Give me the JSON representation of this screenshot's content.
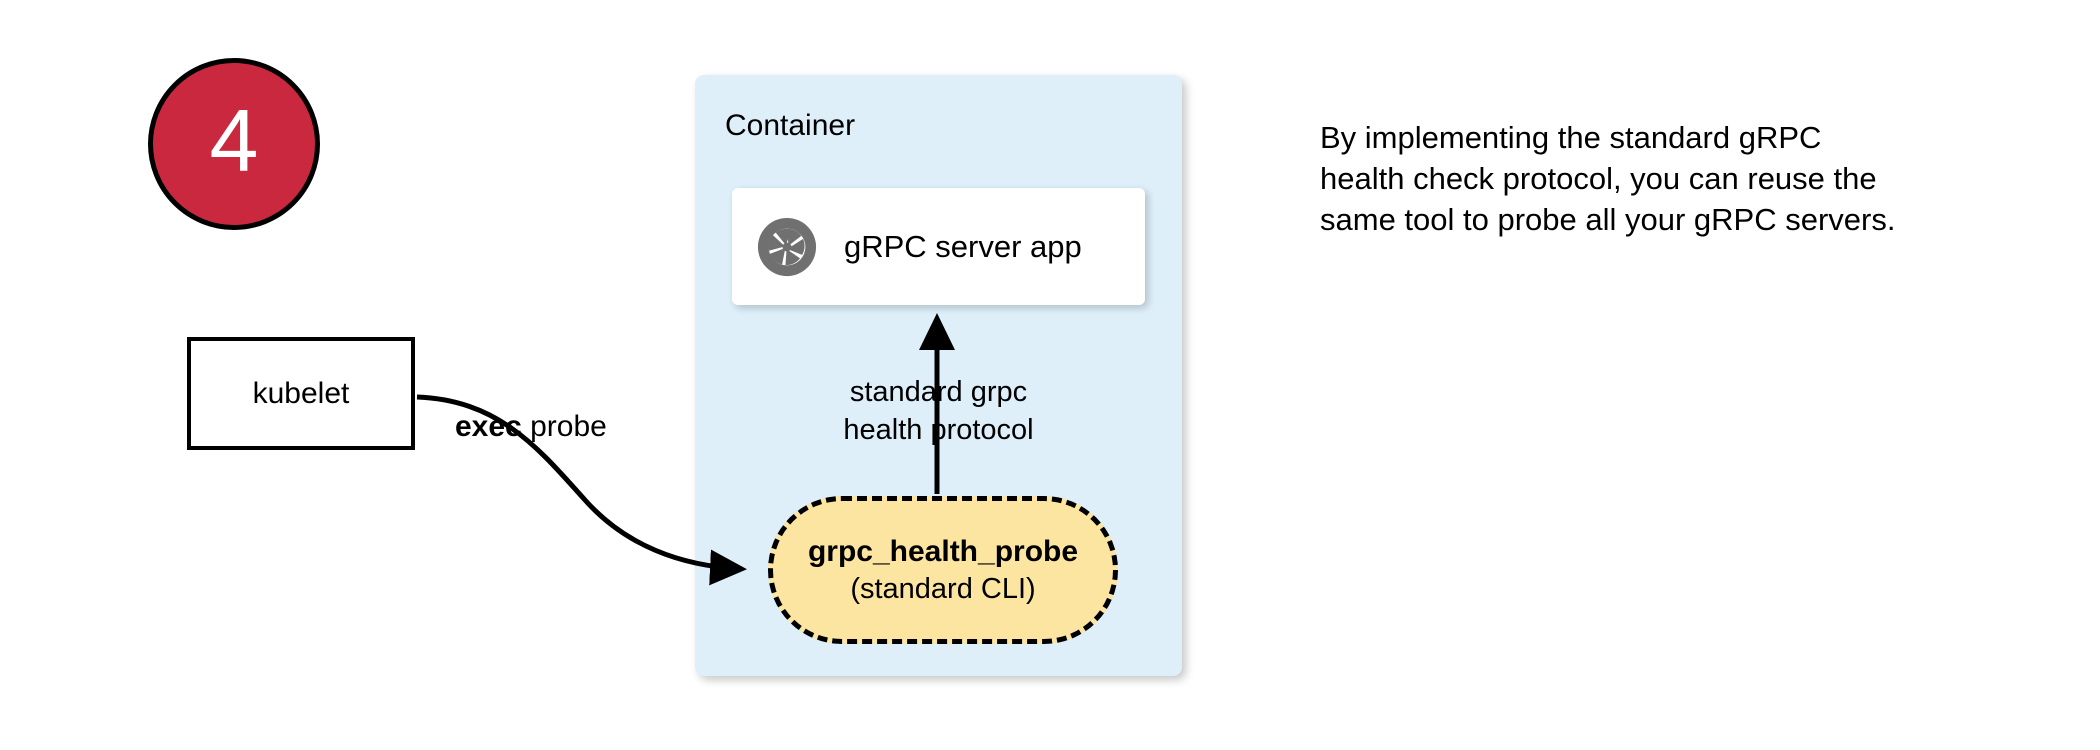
{
  "step": {
    "number": "4"
  },
  "container": {
    "title": "Container"
  },
  "server_card": {
    "icon": "grpc-aperture-icon",
    "label": "gRPC server app"
  },
  "kubelet": {
    "label": "kubelet"
  },
  "edges": {
    "exec_probe_bold": "exec",
    "exec_probe_rest": " probe",
    "protocol_line1": "standard grpc",
    "protocol_line2": "health protocol"
  },
  "probe": {
    "title": "grpc_health_probe",
    "subtitle": "(standard CLI)"
  },
  "note": {
    "text": "By implementing the standard gRPC health check protocol, you can reuse the same tool to probe all your gRPC servers."
  },
  "colors": {
    "badge_fill": "#C9283E",
    "badge_text": "#FFFFFF",
    "container_fill": "#DEEFFA",
    "probe_fill": "#FCE5A0",
    "icon_gray": "#707070",
    "stroke": "#000000",
    "card_fill": "#FFFFFF"
  }
}
